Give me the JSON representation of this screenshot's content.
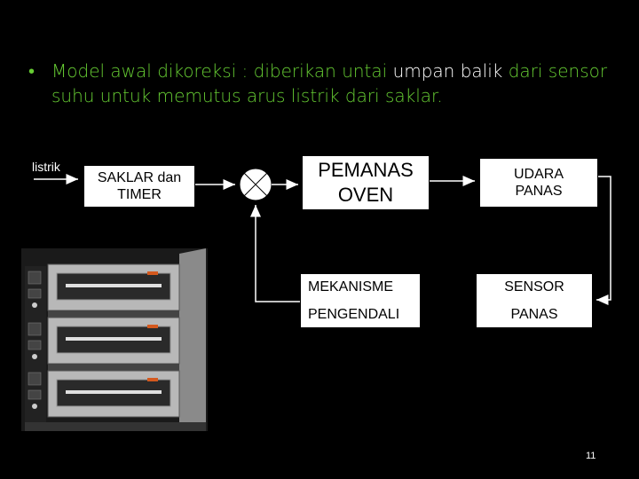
{
  "slide": {
    "bullet_part1": "Model awal dikoreksi : diberikan untai ",
    "bullet_part2": "umpan balik",
    "bullet_part3": " dari sensor suhu untuk memutus arus listrik dari saklar.",
    "page_number": "11"
  },
  "diagram": {
    "input_label": "listrik",
    "saklar_line1": "SAKLAR dan",
    "saklar_line2": "TIMER",
    "pemanas_line1": "PEMANAS",
    "pemanas_line2": "OVEN",
    "udara_line1": "UDARA",
    "udara_line2": "PANAS",
    "mekanisme_line1": "MEKANISME",
    "mekanisme_line2": "PENGENDALI",
    "sensor_line1": "SENSOR",
    "sensor_line2": "PANAS"
  },
  "colors": {
    "background": "#000000",
    "bullet_text": "#66cc33",
    "box_fill": "#ffffff"
  },
  "icons": {
    "summing_junction": "summing-junction-icon",
    "oven_photo": "deck-oven-image"
  }
}
